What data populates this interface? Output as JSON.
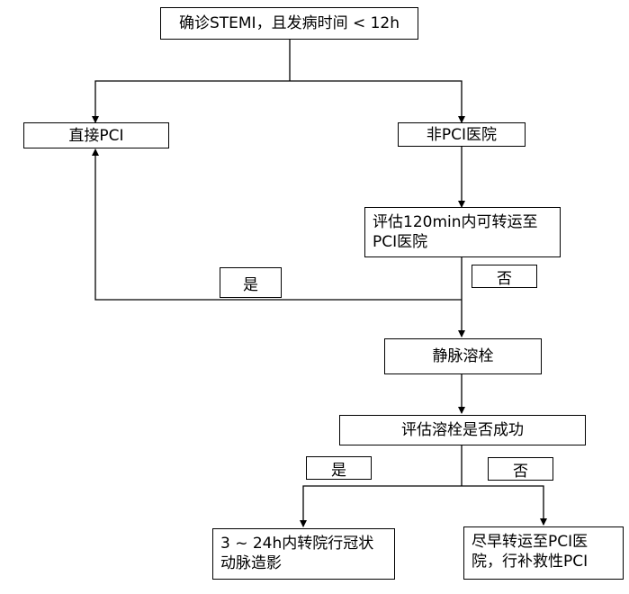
{
  "nodes": {
    "confirm": "确诊STEMI，且发病时间 < 12h",
    "direct_pci": "直接PCI",
    "non_pci_hospital": "非PCI医院",
    "assess_transfer": "评估120min内可转运至PCI医院",
    "thrombolysis": "静脉溶栓",
    "assess_success": "评估溶栓是否成功",
    "angiography": "3 ~ 24h内转院行冠状动脉造影",
    "rescue_pci": "尽早转运至PCI医院，行补救性PCI"
  },
  "edge_labels": {
    "transfer_yes": "是",
    "transfer_no": "否",
    "success_yes": "是",
    "success_no": "否"
  }
}
